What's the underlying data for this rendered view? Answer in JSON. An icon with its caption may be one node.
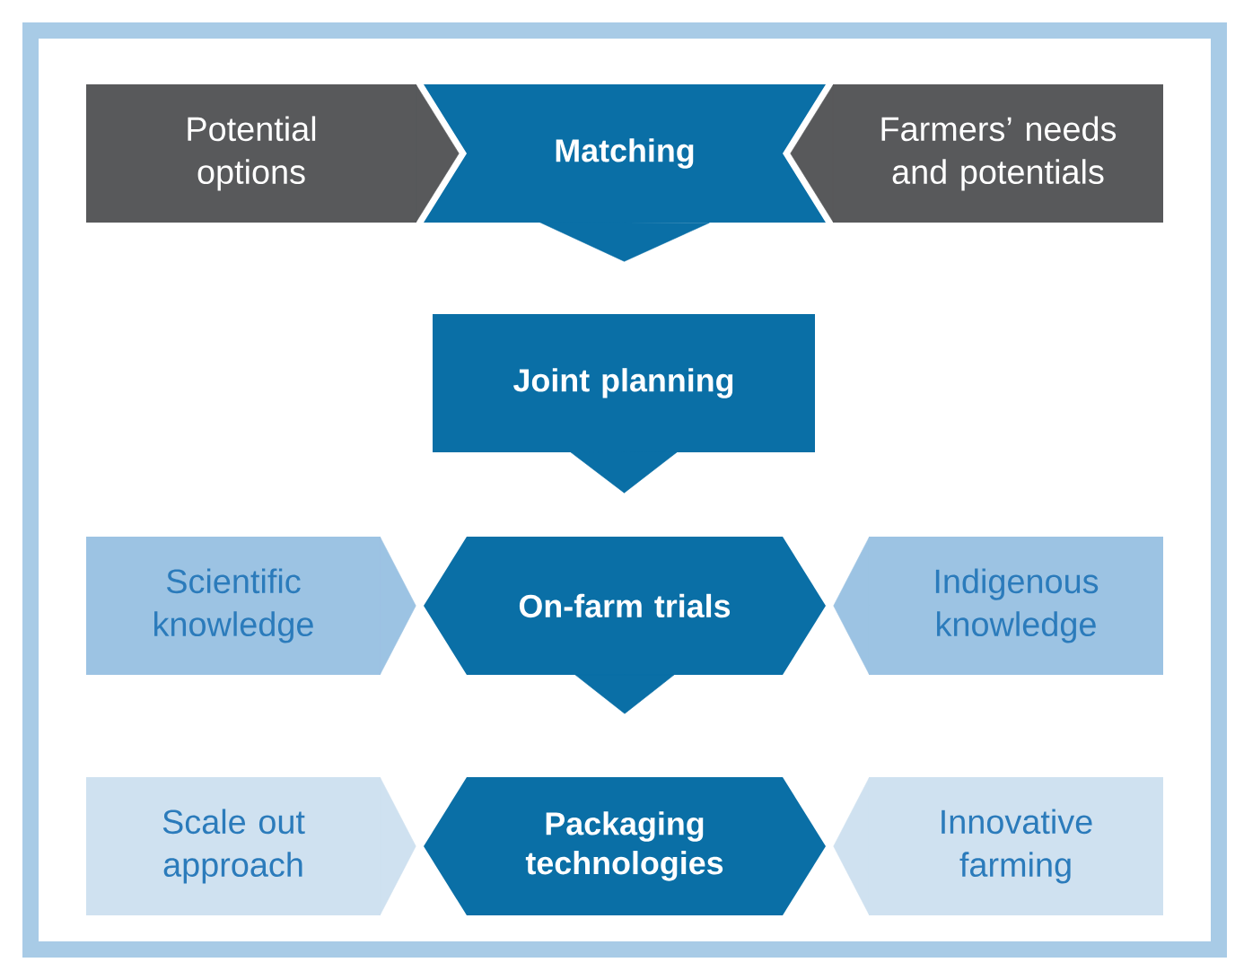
{
  "diagram": {
    "nodes": [
      {
        "text": [
          "Potential options"
        ]
      },
      {
        "text": [
          "Matching"
        ]
      },
      {
        "text": [
          "Farmers’ needs and potentials"
        ]
      },
      {
        "text": [
          "Joint planning"
        ]
      },
      {
        "text": [
          "Scientific knowledge"
        ]
      },
      {
        "text": [
          "On-farm trials"
        ]
      },
      {
        "text": [
          "Indigenous knowledge"
        ]
      },
      {
        "text": [
          "Scale out approach"
        ]
      },
      {
        "text": [
          "Packaging technologies"
        ]
      },
      {
        "text": [
          "Innovative farming"
        ]
      }
    ],
    "edges": [
      {
        "from": 0,
        "to": 1,
        "arrow": "to",
        "color": "#58595b"
      },
      {
        "from": 2,
        "to": 1,
        "arrow": "to",
        "color": "#58595b"
      },
      {
        "from": 1,
        "to": 3,
        "arrow": "to"
      },
      {
        "from": 3,
        "to": 5,
        "arrow": "to"
      },
      {
        "from": 4,
        "to": 5,
        "arrow": "to",
        "color": "#9cc3e3"
      },
      {
        "from": 6,
        "to": 5,
        "arrow": "to",
        "color": "#9cc3e3"
      },
      {
        "from": 5,
        "to": 8,
        "arrow": "to"
      },
      {
        "from": 7,
        "to": 8,
        "arrow": "to",
        "color": "#cfe1f0"
      },
      {
        "from": 9,
        "to": 8,
        "arrow": "to",
        "color": "#cfe1f0"
      }
    ]
  }
}
